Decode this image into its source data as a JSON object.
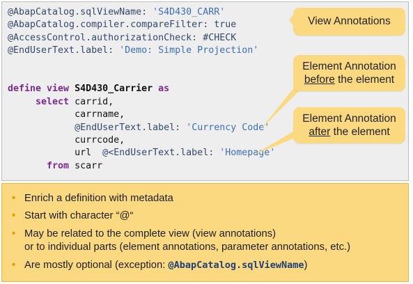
{
  "code": {
    "lines": [
      {
        "parts": [
          {
            "cls": "ann",
            "t": "@AbapCatalog.sqlViewName: "
          },
          {
            "cls": "str",
            "t": "'S4D430_CARR'"
          }
        ]
      },
      {
        "parts": [
          {
            "cls": "ann",
            "t": "@AbapCatalog.compiler.compareFilter: true"
          }
        ]
      },
      {
        "parts": [
          {
            "cls": "ann",
            "t": "@AccessControl.authorizationCheck: #CHECK"
          }
        ]
      },
      {
        "parts": [
          {
            "cls": "ann",
            "t": "@EndUserText.label: "
          },
          {
            "cls": "str",
            "t": "'Demo: Simple Projection"
          },
          {
            "cls": "str",
            "t": "'"
          }
        ]
      },
      {
        "parts": []
      },
      {
        "parts": []
      },
      {
        "parts": [
          {
            "cls": "kw",
            "t": "define view "
          },
          {
            "cls": "id",
            "t": "S4D430_Carrier "
          },
          {
            "cls": "kw",
            "t": "as"
          }
        ]
      },
      {
        "parts": [
          {
            "cls": "kw",
            "t": "     select "
          },
          {
            "cls": "plain",
            "t": "carrid,"
          }
        ]
      },
      {
        "parts": [
          {
            "cls": "plain",
            "t": "            carrname,"
          }
        ]
      },
      {
        "parts": [
          {
            "cls": "ann",
            "t": "            @EndUserText.label: "
          },
          {
            "cls": "str",
            "t": "'Currency Code'"
          }
        ]
      },
      {
        "parts": [
          {
            "cls": "plain",
            "t": "            currcode,"
          }
        ]
      },
      {
        "parts": [
          {
            "cls": "plain",
            "t": "            url  "
          },
          {
            "cls": "ann",
            "t": "@<EndUserText.label: "
          },
          {
            "cls": "str",
            "t": "'Homepage'"
          }
        ]
      },
      {
        "parts": [
          {
            "cls": "kw",
            "t": "       from "
          },
          {
            "cls": "plain",
            "t": "scarr"
          }
        ]
      }
    ]
  },
  "callouts": {
    "view": "View Annotations",
    "before_line1": "Element Annotation",
    "before_u": "before",
    "before_rest": " the element",
    "after_line1": "Element Annotation",
    "after_u": "after",
    "after_rest": " the element"
  },
  "bullets": {
    "b1": "Enrich a definition with metadata",
    "b2": "Start with character “@“",
    "b3_line1": "May be related to the complete view (view annotations)",
    "b3_line2": "or to individual parts (element annotations, parameter annotations, etc.)",
    "b4_prefix": "Are mostly optional (exception: ",
    "b4_code": "@AbapCatalog.sqlViewName",
    "b4_suffix": ")"
  },
  "colors": {
    "callout_bg": "#fbd980",
    "bullet_dot": "#e89a00",
    "code_bg": "#eeeeee"
  }
}
